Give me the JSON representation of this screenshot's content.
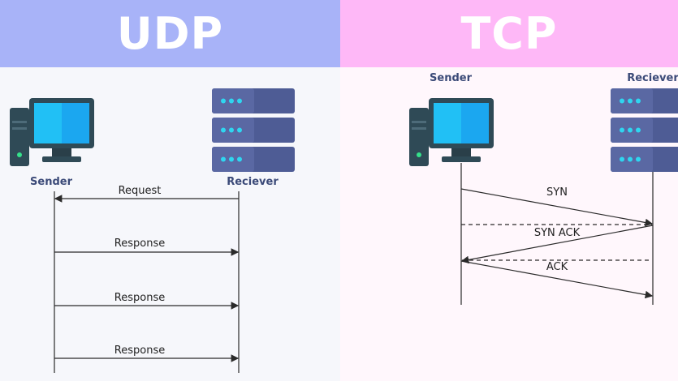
{
  "udp": {
    "title": "UDP",
    "sender_label": "Sender",
    "receiver_label": "Reciever",
    "messages": [
      "Request",
      "Response",
      "Response",
      "Response"
    ]
  },
  "tcp": {
    "title": "TCP",
    "sender_label": "Sender",
    "receiver_label": "Reciever",
    "messages": [
      "SYN",
      "SYN ACK",
      "ACK"
    ]
  },
  "icons": {
    "sender": "desktop-computer-icon",
    "receiver": "server-rack-icon"
  },
  "colors": {
    "udp_banner": "#a8b3f8",
    "tcp_banner": "#feb8f7",
    "label": "#3b4a78"
  }
}
